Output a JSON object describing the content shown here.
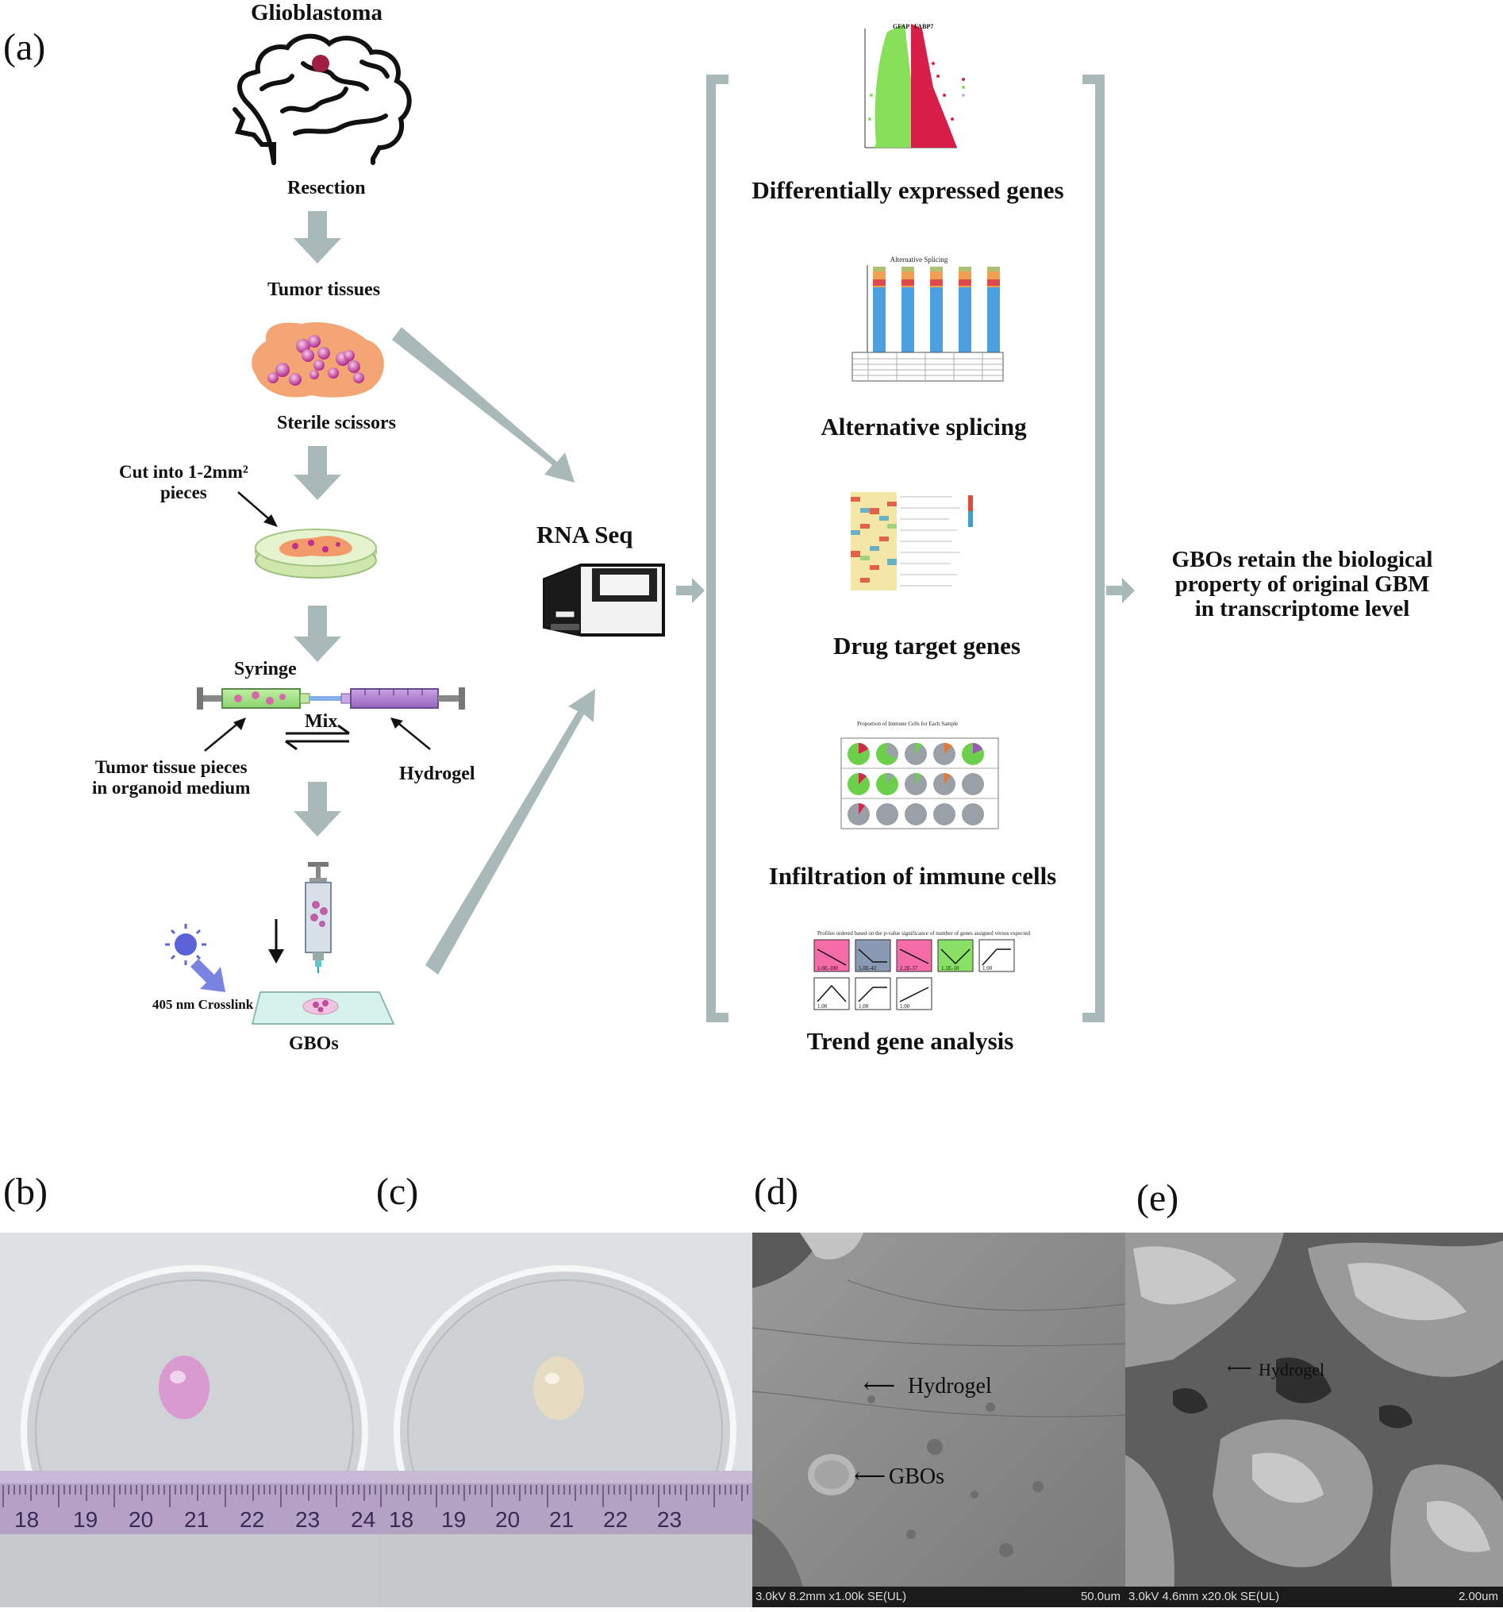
{
  "panels": {
    "a": "(a)",
    "b": "(b)",
    "c": "(c)",
    "d": "(d)",
    "e": "(e)"
  },
  "workflow": {
    "source": "Glioblastoma",
    "resection": "Resection",
    "tumor_tissues": "Tumor tissues",
    "sterile_scissors": "Sterile scissors",
    "cut_line1": "Cut into 1-2mm²",
    "cut_line2": "pieces",
    "syringe": "Syringe",
    "mix": "Mix",
    "tissue_line1": "Tumor tissue pieces",
    "tissue_line2": "in organoid medium",
    "hydrogel": "Hydrogel",
    "crosslink": "405 nm Crosslink",
    "gbos": "GBOs",
    "rna_seq": "RNA Seq"
  },
  "analyses": [
    {
      "label": "Differentially expressed genes"
    },
    {
      "label": "Alternative  splicing"
    },
    {
      "label": "Drug target genes"
    },
    {
      "label": "Infiltration of immune cells"
    },
    {
      "label": "Trend gene analysis"
    }
  ],
  "conclusion": {
    "line1": "GBOs retain the  biological",
    "line2": "property of original GBM",
    "line3": "in transcriptome level"
  },
  "thumbnails": {
    "volcano_genes": [
      "GFAP",
      "FABP7"
    ],
    "splicing_title": "Alternative Splicing",
    "immune_title": "Proportion of Immune Cells for Each Sample",
    "trend_title": "Profiles ordered based on the p-value significance of number of genes assigned versus expected",
    "trend_pvalues": [
      "1.0E-100",
      "5.0E-42",
      "2.2E-37",
      "1.1E-10",
      "1.00",
      "1.00",
      "1.00",
      "1.00"
    ]
  },
  "ruler_ticks": [
    "18",
    "19",
    "20",
    "21",
    "22",
    "23",
    "24"
  ],
  "sem_d": {
    "label1": "Hydrogel",
    "label2": "GBOs",
    "meta": "3.0kV 8.2mm x1.00k SE(UL)",
    "scale": "50.0um"
  },
  "sem_e": {
    "label1": "Hydrogel",
    "meta": "3.0kV 4.6mm x20.0k SE(UL)",
    "scale": "2.00um"
  },
  "colors": {
    "arrow": "#a9b8b8",
    "up": "#d01c3a",
    "down": "#7fe060",
    "accent": "#5a63d8",
    "sem_bg": "#8a8a8a"
  }
}
